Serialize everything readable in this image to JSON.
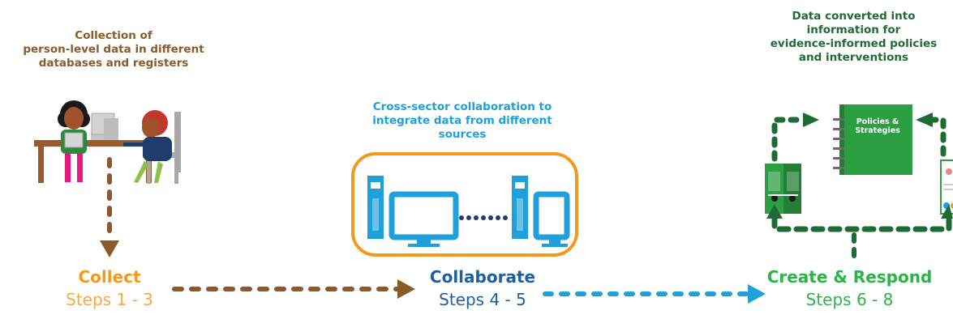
{
  "stages": {
    "collect": {
      "caption": [
        "Collection of",
        "person-level data in different",
        "databases and registers"
      ],
      "title": "Collect",
      "steps": "Steps 1 - 3"
    },
    "collaborate": {
      "caption": [
        "Cross-sector collaboration to",
        "integrate data from different",
        "sources"
      ],
      "title": "Collaborate",
      "steps": "Steps 4 - 5"
    },
    "create": {
      "caption": [
        "Data converted into",
        "information for",
        "evidence-informed policies",
        "and interventions"
      ],
      "title": "Create & Respond",
      "steps": "Steps 6 - 8",
      "book_label": [
        "Policies &",
        "Strategies"
      ]
    }
  },
  "colors": {
    "brown": "#8b5a2b",
    "orange": "#f39a1e",
    "blue": "#1ea0dc",
    "navy": "#1f5fa0",
    "green_dark": "#1f6b35",
    "green": "#2db34a"
  },
  "icons": [
    "people-at-computer-icon",
    "computer-tower-icon",
    "monitor-icon",
    "book-icon",
    "binder-icon",
    "report-icon"
  ]
}
